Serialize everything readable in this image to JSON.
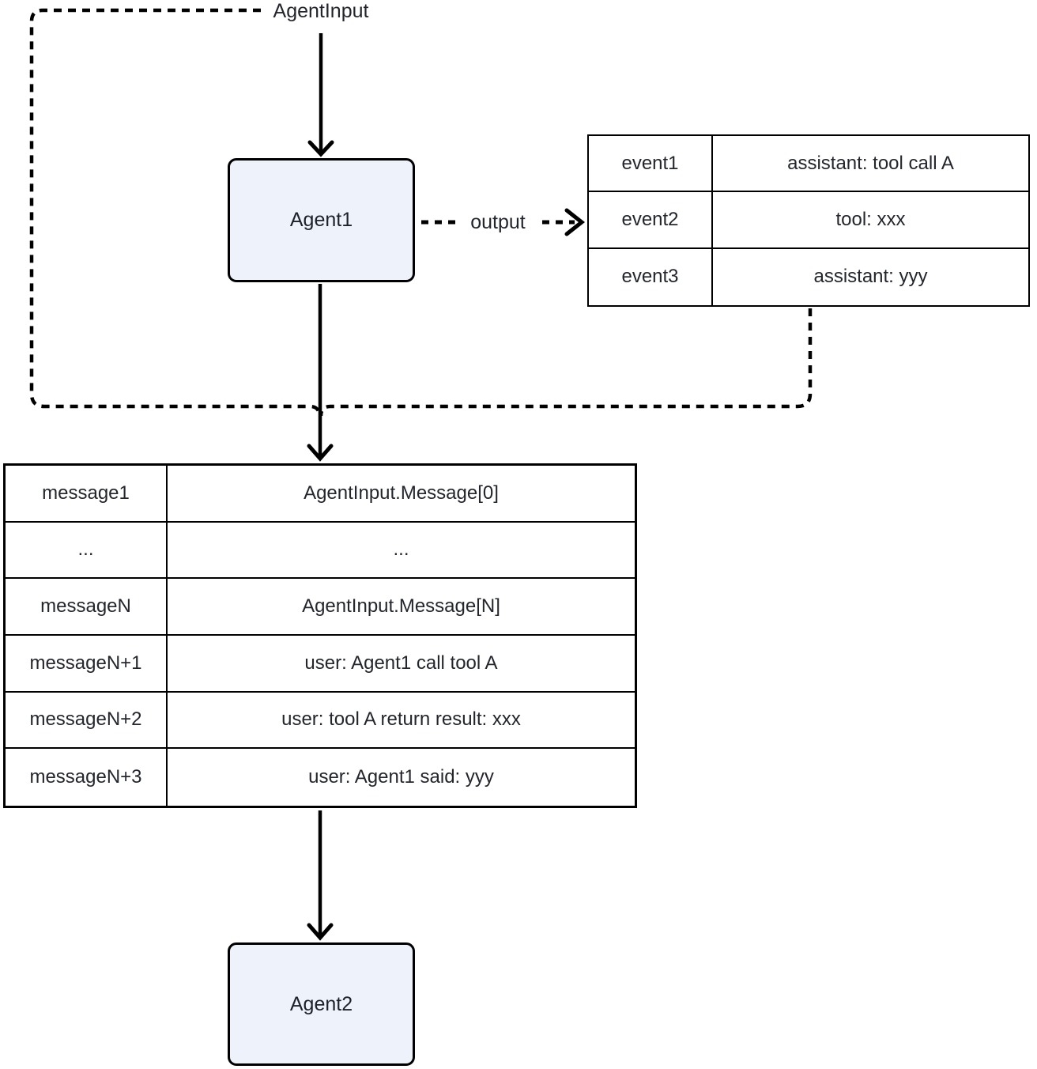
{
  "labels": {
    "agent_input": "AgentInput",
    "output_edge": "output"
  },
  "nodes": {
    "agent1": "Agent1",
    "agent2": "Agent2"
  },
  "event_table": {
    "rows": [
      {
        "key": "event1",
        "value": "assistant: tool call A"
      },
      {
        "key": "event2",
        "value": "tool: xxx"
      },
      {
        "key": "event3",
        "value": "assistant: yyy"
      }
    ]
  },
  "message_table": {
    "rows": [
      {
        "key": "message1",
        "value": "AgentInput.Message[0]"
      },
      {
        "key": "...",
        "value": "..."
      },
      {
        "key": "messageN",
        "value": "AgentInput.Message[N]"
      },
      {
        "key": "messageN+1",
        "value": "user: Agent1 call tool A"
      },
      {
        "key": "messageN+2",
        "value": "user: tool A return result: xxx"
      },
      {
        "key": "messageN+3",
        "value": "user: Agent1 said: yyy"
      }
    ]
  },
  "colors": {
    "node_fill": "#edf2fb",
    "node_border": "#000000",
    "line": "#000000",
    "text": "#22252c",
    "background": "#ffffff"
  }
}
